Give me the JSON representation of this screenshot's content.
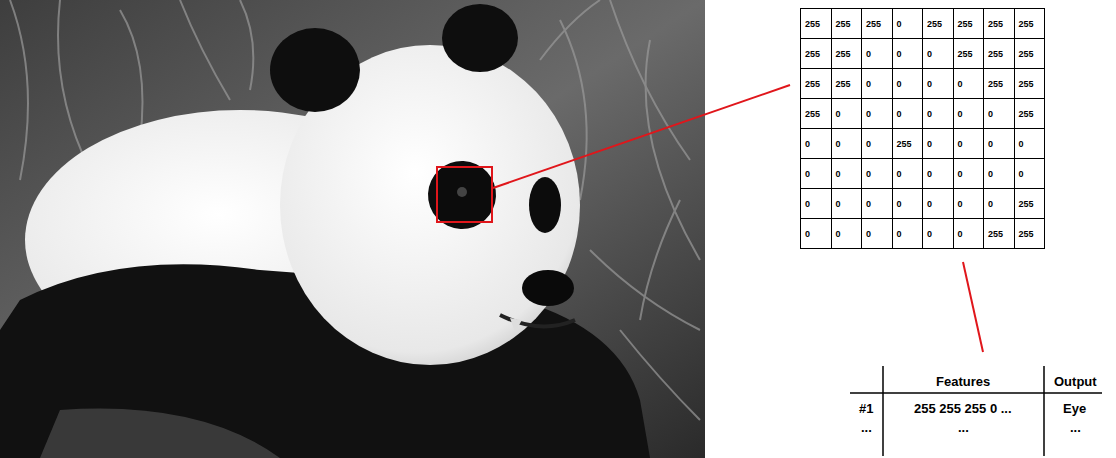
{
  "diagram": {
    "labels": [
      "255",
      "255",
      "255",
      "0",
      "255",
      "255",
      "255",
      "255",
      "255",
      "255",
      "0",
      "0",
      "0",
      "255",
      "255",
      "255",
      "255",
      "255",
      "0",
      "0",
      "0",
      "0",
      "255",
      "255",
      "255",
      "0",
      "0",
      "0",
      "0",
      "0",
      "0",
      "255",
      "0",
      "0",
      "0",
      "255",
      "0",
      "0",
      "0",
      "0",
      "0",
      "0",
      "0",
      "0",
      "0",
      "0",
      "0",
      "0",
      "0",
      "0",
      "0",
      "0",
      "0",
      "0",
      "0",
      "255",
      "0",
      "0",
      "0",
      "0",
      "0",
      "0",
      "255",
      "255",
      "Features",
      "Output",
      "#1",
      "255 255 255 0 ...",
      "Eye",
      "...",
      "...",
      "..."
    ]
  }
}
